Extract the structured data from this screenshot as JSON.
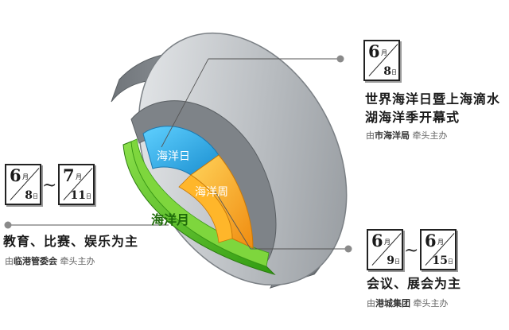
{
  "segments": {
    "day": {
      "label": "海洋日",
      "color": "#2aa8e0"
    },
    "week": {
      "label": "海洋周",
      "color": "#f5a41c"
    },
    "month": {
      "label": "海洋月",
      "color": "#5cc51e"
    },
    "base": {
      "color": "#8f959a"
    }
  },
  "events": [
    {
      "id": "opening",
      "start": {
        "month": "6",
        "day": "8"
      },
      "title_lines": [
        "世界海洋日暨上海滴水",
        "湖海洋季开幕式"
      ],
      "org_prefix": "由",
      "org_name": "市海洋局",
      "org_suffix": "牵头主办"
    },
    {
      "id": "activities",
      "start": {
        "month": "6",
        "day": "8"
      },
      "end": {
        "month": "7",
        "day": "11"
      },
      "title_lines": [
        "教育、比赛、娱乐为主"
      ],
      "org_prefix": "由",
      "org_name": "临港管委会",
      "org_suffix": "牵头主办"
    },
    {
      "id": "conference",
      "start": {
        "month": "6",
        "day": "9"
      },
      "end": {
        "month": "6",
        "day": "15"
      },
      "title_lines": [
        "会议、展会为主"
      ],
      "org_prefix": "由",
      "org_name": "港城集团",
      "org_suffix": "牵头主办"
    }
  ],
  "units": {
    "month": "月",
    "day": "日",
    "range_sep": "~"
  }
}
